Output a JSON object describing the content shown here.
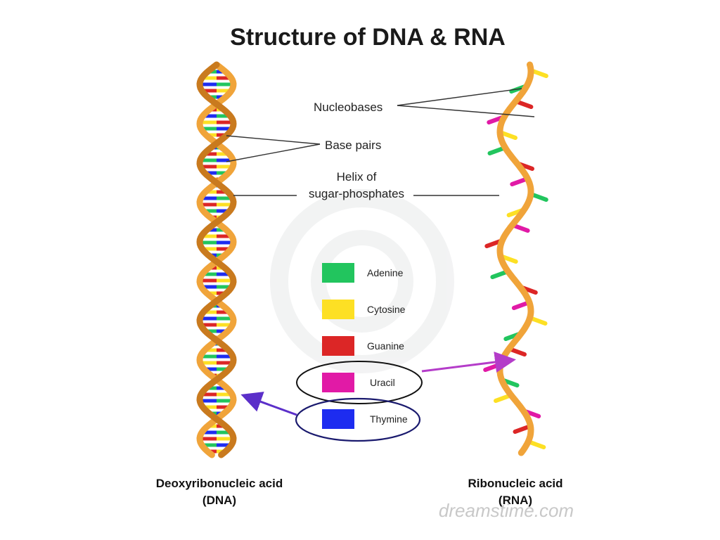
{
  "title": "Structure of DNA & RNA",
  "labels": {
    "nucleobases": "Nucleobases",
    "base_pairs": "Base pairs",
    "helix_line1": "Helix of",
    "helix_line2": "sugar-phosphates"
  },
  "legend": [
    {
      "name": "Adenine",
      "color": "#22c55e"
    },
    {
      "name": "Cytosine",
      "color": "#fde024"
    },
    {
      "name": "Guanine",
      "color": "#dc2626"
    },
    {
      "name": "Uracil",
      "color": "#e11aa6"
    },
    {
      "name": "Thymine",
      "color": "#1d2cf0"
    }
  ],
  "dna_caption": {
    "line1": "Deoxyribonucleic acid",
    "line2": "(DNA)"
  },
  "rna_caption": {
    "line1": "Ribonucleic acid",
    "line2": "(RNA)"
  },
  "watermark": "dreamstime.com",
  "colors": {
    "strand": "#f0a43a",
    "strand_dark": "#c97a1e",
    "uracil_arrow": "#b43cc9",
    "thymine_arrow": "#5b2fc9",
    "thymine_ellipse": "#1a1a6e"
  }
}
